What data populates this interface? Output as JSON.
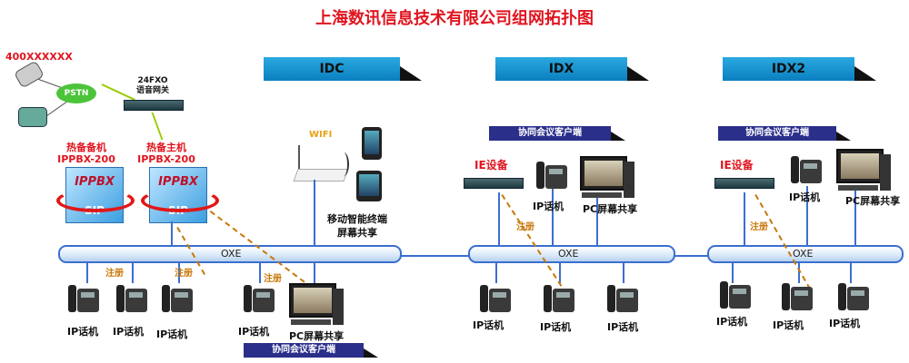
{
  "title": "上海数讯信息技术有限公司组网拓扑图",
  "sites": {
    "idc": "IDC",
    "idx": "IDX",
    "idx2": "IDX2"
  },
  "collab_label": "协同会议客户端",
  "pstn": {
    "number": "400XXXXXX",
    "cloud": "PSTN"
  },
  "gateway": {
    "line1": "24FXO",
    "line2": "语音网关"
  },
  "ippbx_backup": {
    "role": "热备备机",
    "model": "IPPBX-200",
    "brand": "IPPBX",
    "proto": "SIP"
  },
  "ippbx_main": {
    "role": "热备主机",
    "model": "IPPBX-200",
    "brand": "IPPBX",
    "proto": "SIP"
  },
  "wifi": {
    "label": "WIFI",
    "mobile_line1": "移动智能终端",
    "mobile_line2": "屏幕共享"
  },
  "bus_label": "OXE",
  "ie_device": "IE设备",
  "ip_phone": "IP话机",
  "pc_share": "PC屏幕共享",
  "register": "注册",
  "colors": {
    "title": "#e0141e",
    "banner": "#1a95d4",
    "collab": "#2a2f8a",
    "bus": "#3a6fd0",
    "register": "#c8780a"
  }
}
